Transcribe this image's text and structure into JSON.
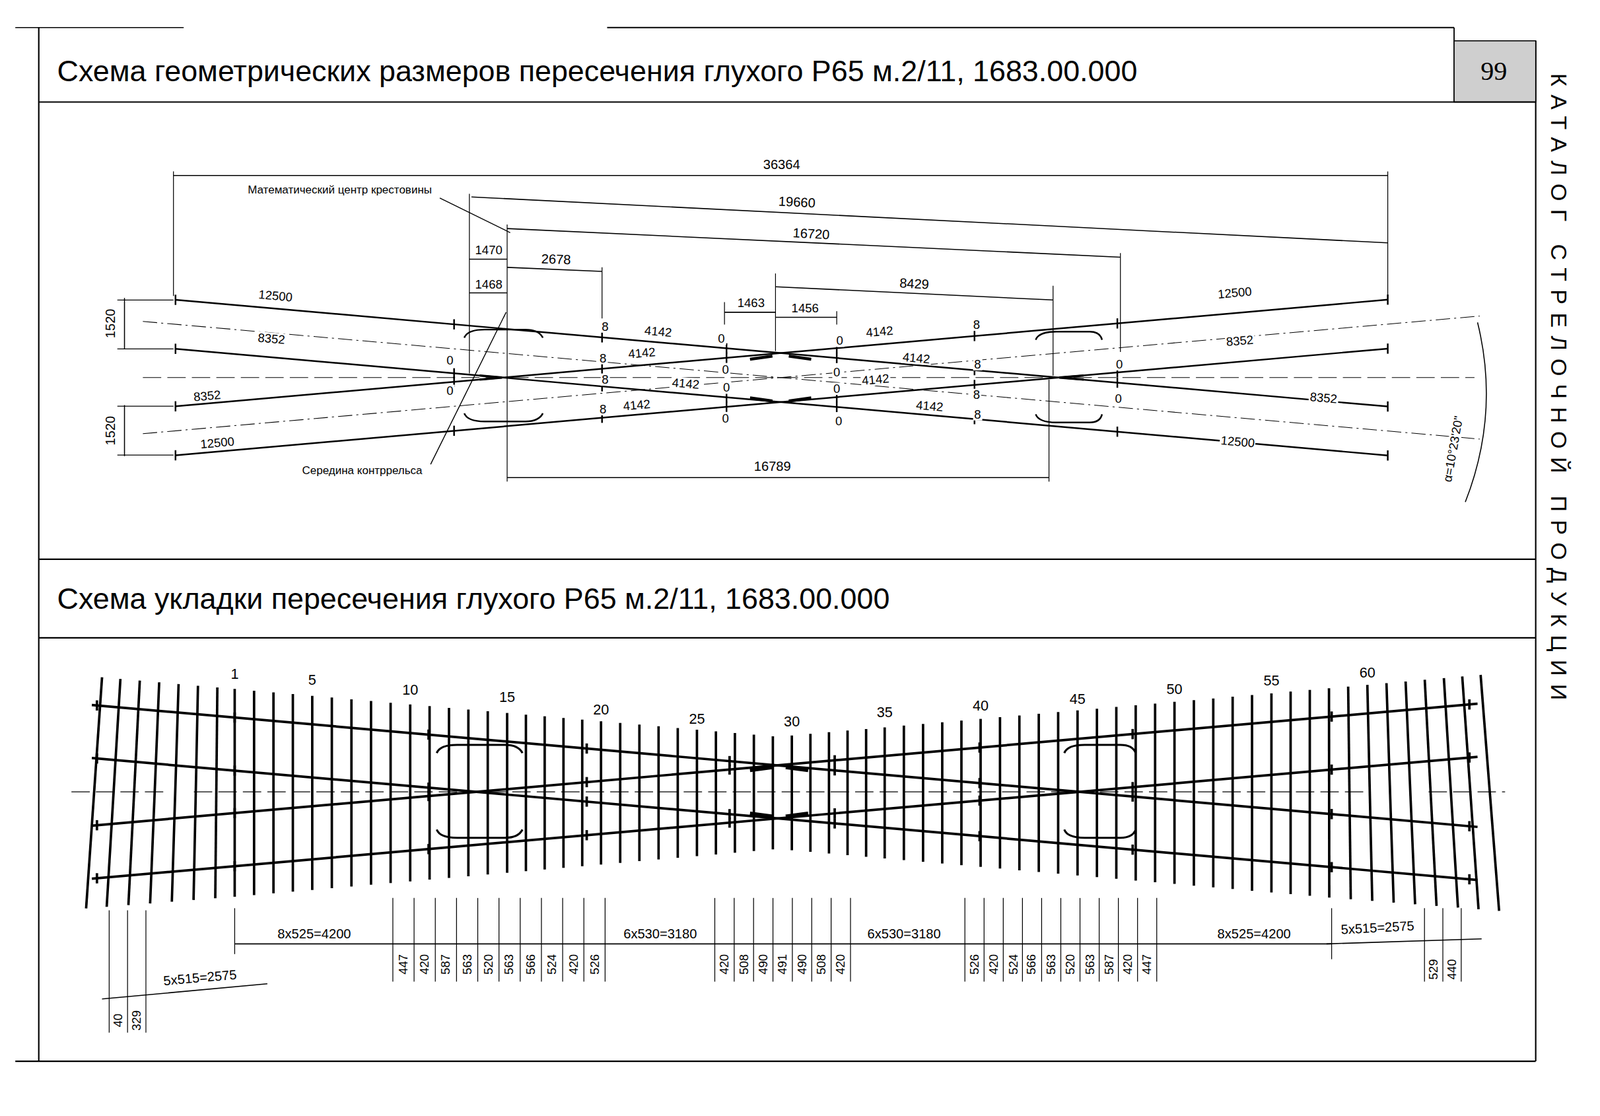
{
  "diagram": {
    "title": "Схема геометрических размеров пересечения глухого Р65 м.2/11, 1683.00.000",
    "labels": [
      "99",
      "КАТАЛОГ СТРЕЛОЧНОЙ ПРОДУКЦИИ",
      "36364",
      "Математический центр крестовины",
      "19660",
      "1470",
      "2678",
      "16720",
      "1468",
      "8429",
      "1463",
      "1456",
      "1520",
      "1520",
      "12500",
      "8352",
      "8352",
      "12500",
      "12500",
      "8352",
      "8352",
      "12500",
      "8",
      "4142",
      "0",
      "0",
      "4142",
      "8",
      "0",
      "8",
      "4142",
      "0",
      "0",
      "4142",
      "8",
      "0",
      "0",
      "8",
      "4142",
      "0",
      "0",
      "4142",
      "8",
      "0",
      "8",
      "4142",
      "0",
      "0",
      "4142",
      "8",
      "Середина контррельса",
      "16789",
      "α=10°23'20\"",
      "Схема укладки пересечения глухого Р65 м.2/11, 1683.00.000",
      "1",
      "5",
      "10",
      "15",
      "20",
      "25",
      "30",
      "35",
      "40",
      "45",
      "50",
      "55",
      "60",
      "8x525=4200",
      "447",
      "420",
      "587",
      "563",
      "520",
      "563",
      "566",
      "524",
      "420",
      "526",
      "6x530=3180",
      "420",
      "508",
      "490",
      "491",
      "490",
      "508",
      "420",
      "6x530=3180",
      "526",
      "420",
      "524",
      "566",
      "563",
      "520",
      "563",
      "587",
      "420",
      "447",
      "8x525=4200",
      "5x515=2575",
      "529",
      "440",
      "5x515=2575",
      "40",
      "329"
    ]
  }
}
